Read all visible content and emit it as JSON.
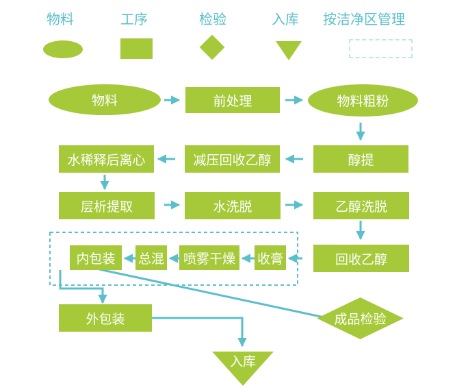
{
  "legend": {
    "material": "物料",
    "process": "工序",
    "inspection": "检验",
    "storage": "入库",
    "clean_zone": "按洁净区管理"
  },
  "nodes": {
    "material": "物料",
    "pretreatment": "前处理",
    "coarse_powder": "物料粗粉",
    "ethanol_extraction": "醇提",
    "vacuum_ethanol_recovery": "减压回收乙醇",
    "water_dilution_centrifuge": "水稀释后离心",
    "chromatography_extraction": "层析提取",
    "water_elution": "水洗脱",
    "ethanol_elution": "乙醇洗脱",
    "ethanol_recovery": "回收乙醇",
    "concentrate_collection": "收膏",
    "spray_drying": "喷雾干燥",
    "total_mixing": "总混",
    "inner_packaging": "内包装",
    "outer_packaging": "外包装",
    "product_inspection": "成品检验",
    "storage": "入库"
  },
  "colors": {
    "fill": "#a5c939",
    "text": "#ffffff",
    "accent": "#5bbfcb"
  }
}
